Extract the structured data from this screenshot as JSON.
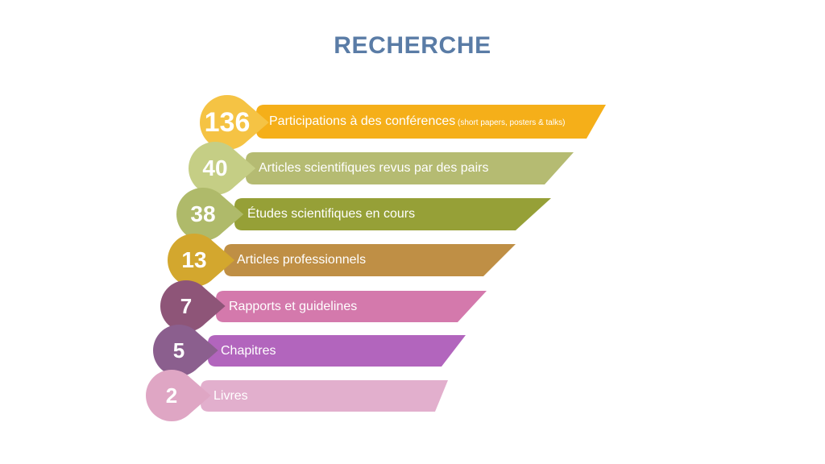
{
  "title": "RECHERCHE",
  "title_color": "#5a7ca6",
  "background": "#ffffff",
  "chart_data": {
    "type": "bar",
    "title": "RECHERCHE",
    "subtitle": "",
    "xlabel": "",
    "ylabel": "",
    "orientation": "horizontal",
    "style": "funnel-infographic",
    "grid": false,
    "legend": "none",
    "categories": [
      "Participations à des conférences (short papers, posters & talks)",
      "Articles scientifiques revus par des pairs",
      "Études scientifiques en cours",
      "Articles professionnels",
      "Rapports et guidelines",
      "Chapitres",
      "Livres"
    ],
    "values": [
      136,
      40,
      38,
      13,
      7,
      5,
      2
    ],
    "value_labels": [
      "136",
      "40",
      "38",
      "13",
      "7",
      "5",
      "2"
    ],
    "bar_colors": [
      "#F5AF19",
      "#B5BB72",
      "#96A037",
      "#BF8F45",
      "#D479AC",
      "#B265BD",
      "#E2AFCD"
    ],
    "bubble_colors": [
      "#F5C344",
      "#C5CE85",
      "#AFBA6A",
      "#D3A72E",
      "#8E5578",
      "#8B5F8E",
      "#DFA6C4"
    ],
    "ylim": [
      0,
      136
    ]
  },
  "rows": [
    {
      "value": "136",
      "label": "Participations à des conférences",
      "note": " (short papers, posters & talks)",
      "bar_color": "#F5AF19",
      "bubble_color": "#F5C344"
    },
    {
      "value": "40",
      "label": "Articles scientifiques revus par des pairs",
      "note": "",
      "bar_color": "#B5BB72",
      "bubble_color": "#C5CE85"
    },
    {
      "value": "38",
      "label": "Études scientifiques en cours",
      "note": "",
      "bar_color": "#96A037",
      "bubble_color": "#AFBA6A"
    },
    {
      "value": "13",
      "label": "Articles professionnels",
      "note": "",
      "bar_color": "#BF8F45",
      "bubble_color": "#D3A72E"
    },
    {
      "value": "7",
      "label": "Rapports et guidelines",
      "note": "",
      "bar_color": "#D479AC",
      "bubble_color": "#8E5578"
    },
    {
      "value": "5",
      "label": "Chapitres",
      "note": "",
      "bar_color": "#B265BD",
      "bubble_color": "#8B5F8E"
    },
    {
      "value": "2",
      "label": "Livres",
      "note": "",
      "bar_color": "#E2AFCD",
      "bubble_color": "#DFA6C4"
    }
  ]
}
